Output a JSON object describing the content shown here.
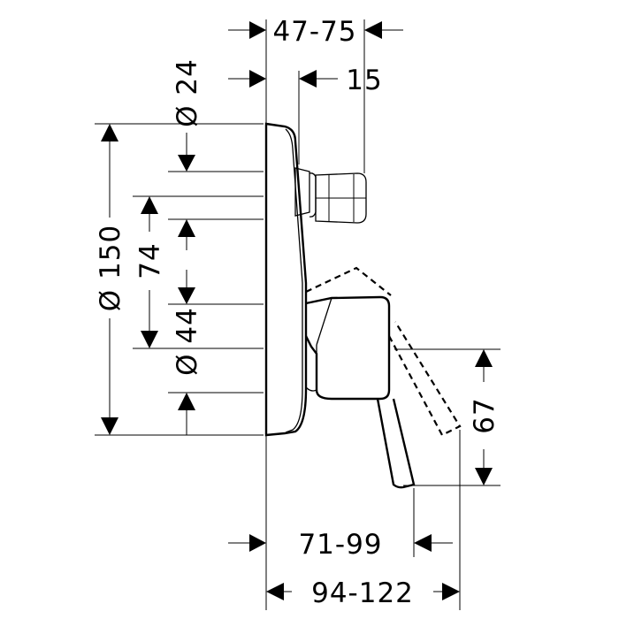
{
  "drawing": {
    "dim_top_range": "47-75",
    "dim_top_15": "15",
    "dim_dia_24": "Ø 24",
    "dim_dia_150": "Ø 150",
    "dim_74": "74",
    "dim_dia_44": "Ø 44",
    "dim_67": "67",
    "dim_bottom_71_99": "71-99",
    "dim_bottom_94_122": "94-122"
  }
}
